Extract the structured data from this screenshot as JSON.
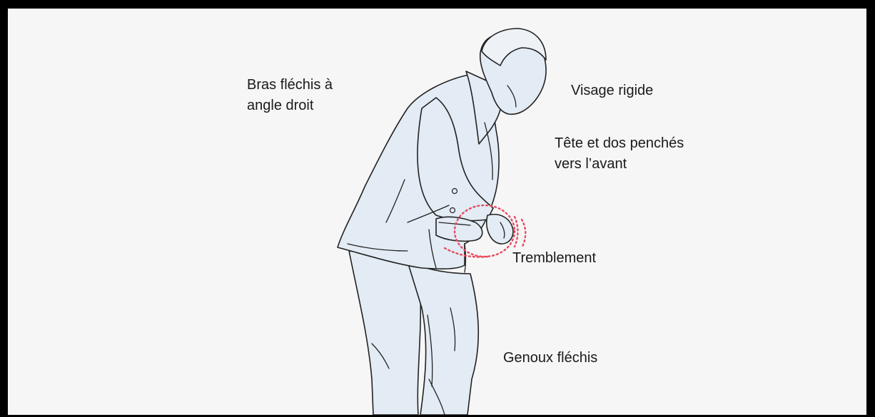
{
  "labels": {
    "bras": [
      "Bras fléchis à",
      "angle droit"
    ],
    "visage": "Visage rigide",
    "tete": [
      "Tête et dos penchés",
      "vers l’avant"
    ],
    "tremblement": "Tremblement",
    "genoux": "Genoux fléchis"
  },
  "colors": {
    "frame": "#000000",
    "background": "#f6f6f6",
    "figure_fill": "#e3ebf4",
    "line": "#222222",
    "tremor_marks": "#e84a5f"
  }
}
